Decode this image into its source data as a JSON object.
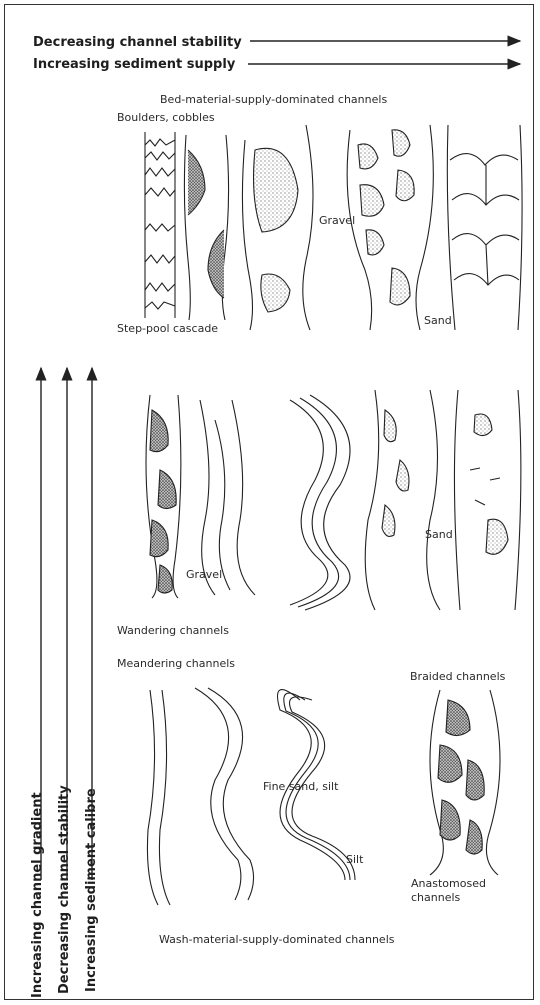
{
  "header": {
    "stability": "Decreasing channel stability",
    "sediment": "Increasing sediment supply"
  },
  "vertical_axes": {
    "gradient": "Increasing channel gradient",
    "stability": "Decreasing channel stability",
    "calibre": "Increasing sediment calibre"
  },
  "labels": {
    "bed_material": "Bed-material-supply-dominated channels",
    "boulders": "Boulders, cobbles",
    "step_pool": "Step-pool cascade",
    "gravel_top": "Gravel",
    "sand_top": "Sand",
    "gravel_mid": "Gravel",
    "sand_mid": "Sand",
    "wandering": "Wandering channels",
    "meandering": "Meandering channels",
    "braided": "Braided channels",
    "fine_sand_silt": "Fine sand, silt",
    "silt": "Silt",
    "anastomosed_1": "Anastomosed",
    "anastomosed_2": "channels",
    "wash_material": "Wash-material-supply-dominated channels"
  }
}
